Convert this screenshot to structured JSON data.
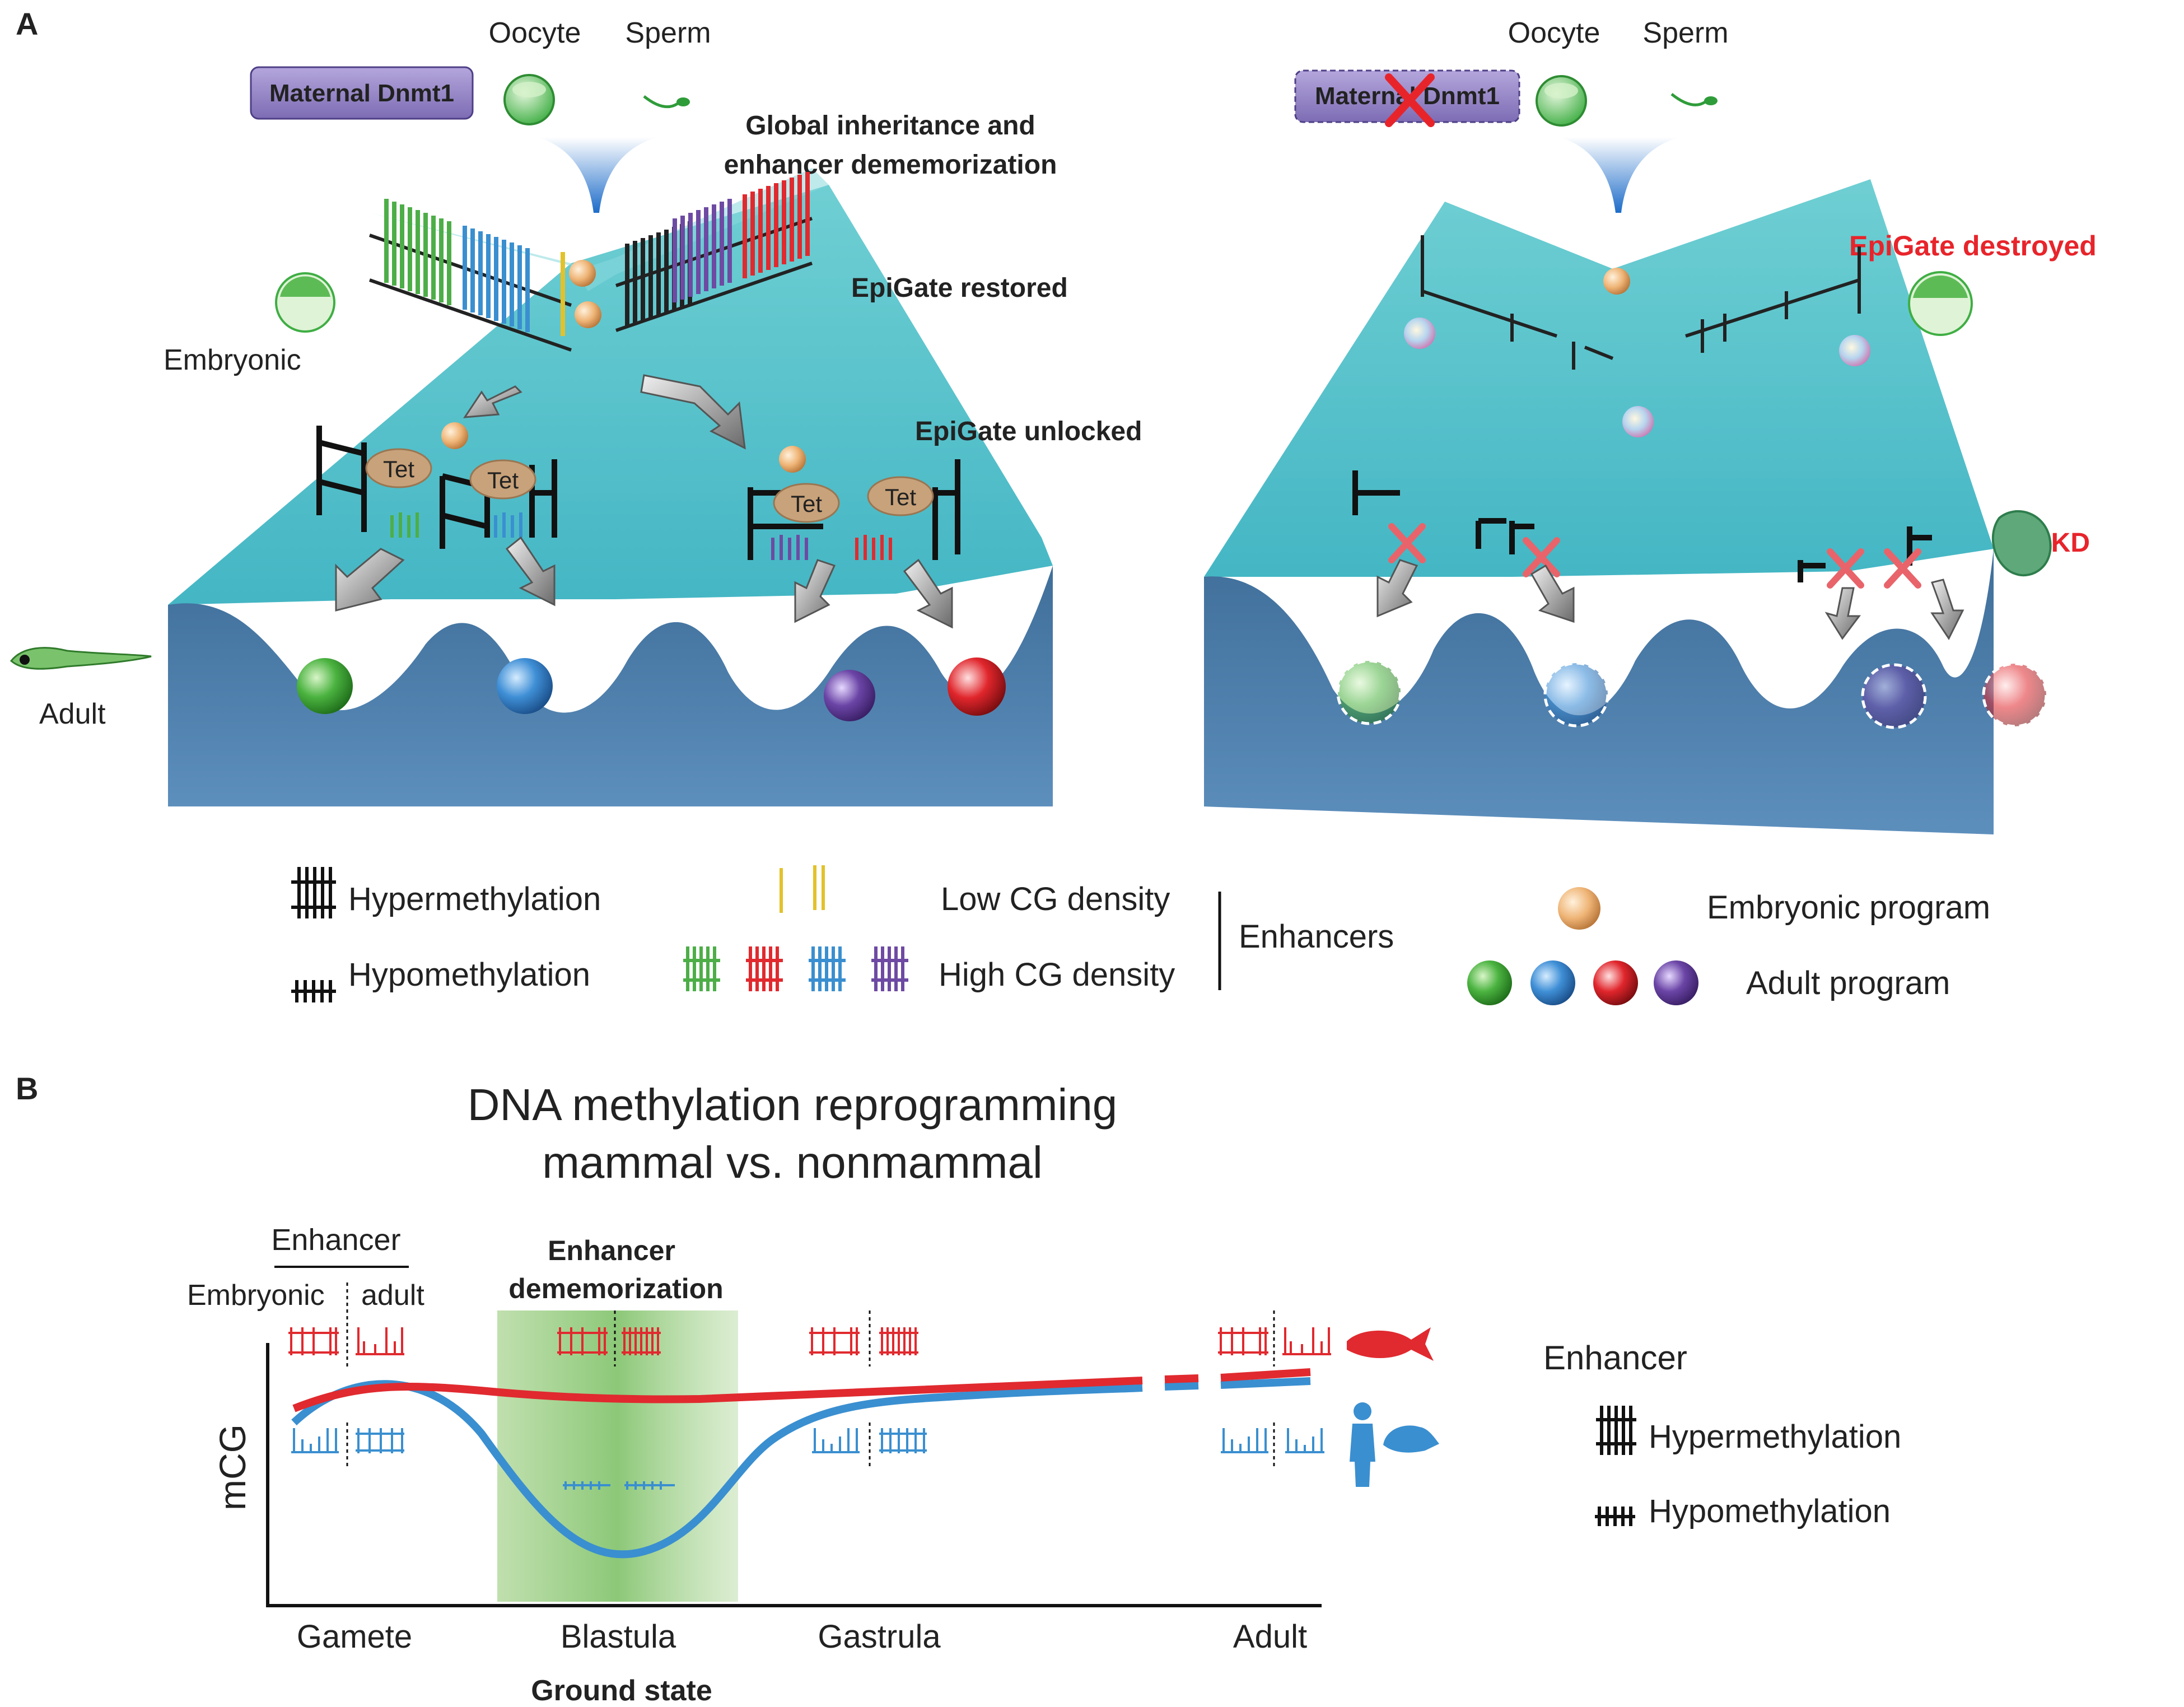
{
  "panels": {
    "a": {
      "letter": "A",
      "left": {
        "oocyte": "Oocyte",
        "sperm": "Sperm",
        "maternal_badge": "Maternal Dnmt1",
        "global_line1": "Global inheritance and",
        "global_line2": "enhancer dememorization",
        "epigate_restored": "EpiGate restored",
        "embryonic": "Embryonic",
        "epigate_unlocked": "EpiGate unlocked",
        "tet": "Tet",
        "adult": "Adult"
      },
      "right": {
        "oocyte": "Oocyte",
        "sperm": "Sperm",
        "maternal_badge": "Maternal Dnmt1",
        "epigate_destroyed": "EpiGate destroyed",
        "mkd": "mKD"
      },
      "legend": {
        "hyper": "Hypermethylation",
        "hypo": "Hypomethylation",
        "low_cg": "Low CG density",
        "high_cg": "High CG density",
        "enhancers": "Enhancers",
        "embryonic_program": "Embryonic program",
        "adult_program": "Adult program"
      }
    },
    "b": {
      "letter": "B",
      "title_line1": "DNA methylation reprogramming",
      "title_line2": "mammal vs. nonmammal",
      "enhancer_header": "Enhancer",
      "embryonic": "Embryonic",
      "adult": "adult",
      "dememorization_line1": "Enhancer",
      "dememorization_line2": "dememorization",
      "ylabel": "mCG",
      "xticks": [
        "Gamete",
        "Blastula",
        "Gastrula",
        "Adult"
      ],
      "ground_state": "Ground state",
      "legend_title": "Enhancer",
      "legend_hyper": "Hypermethylation",
      "legend_hypo": "Hypomethylation"
    }
  },
  "colors": {
    "nonmammal_red": "#e02a2f",
    "mammal_blue": "#3a8fd0",
    "green": "#4dae48",
    "purple": "#6e4aa3",
    "yellow": "#e2c22a",
    "landscape": "#56c3ca",
    "alert_red": "#e8242b",
    "badge_purple": "#9b8cc4"
  }
}
